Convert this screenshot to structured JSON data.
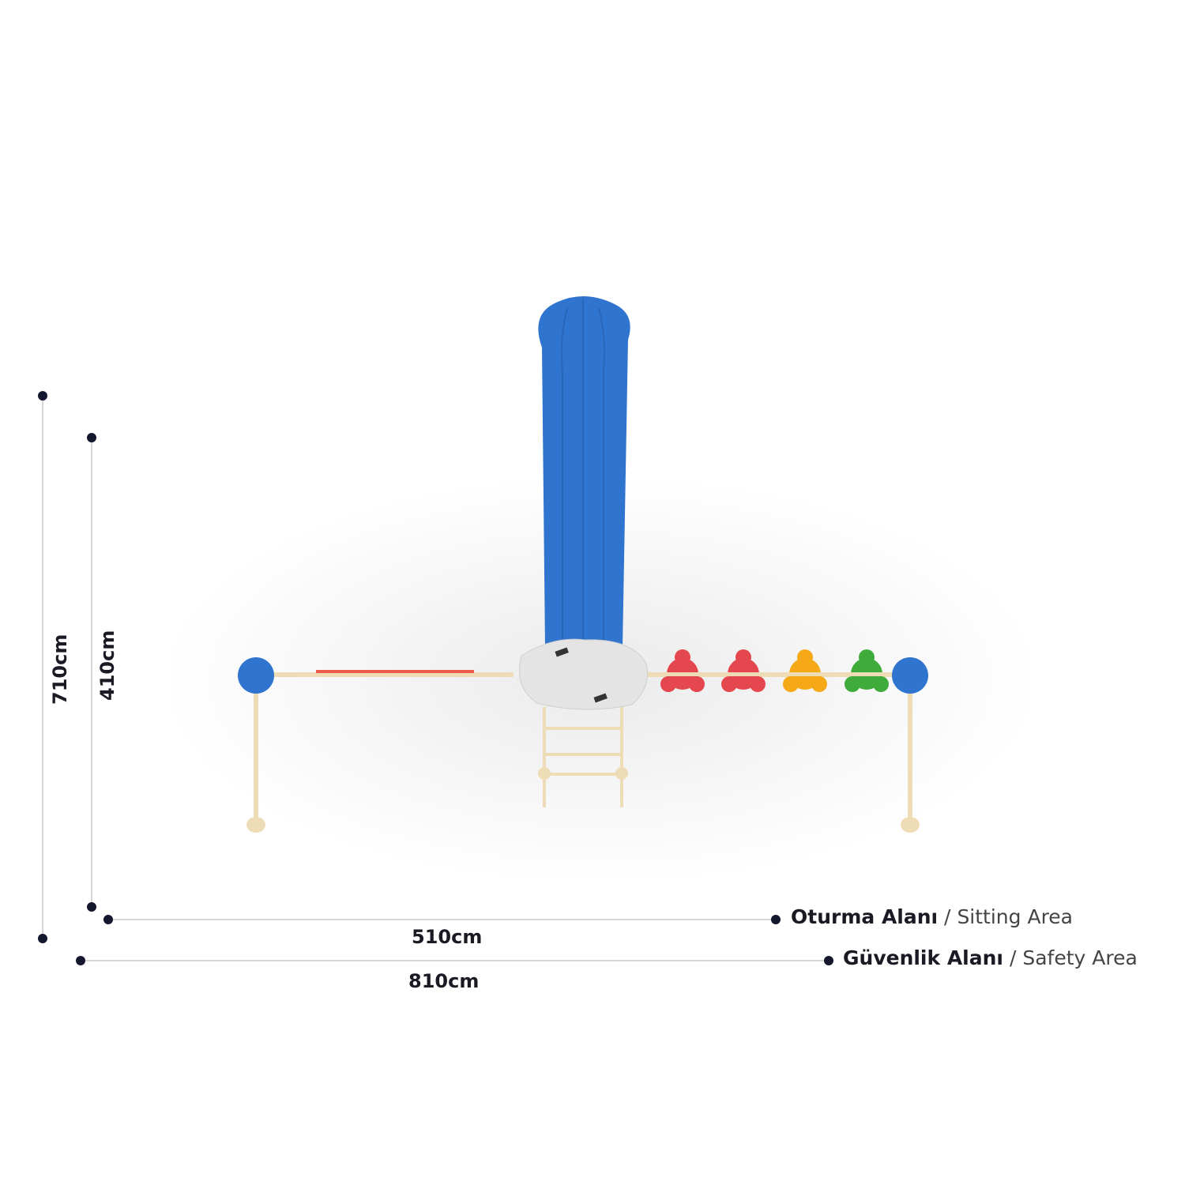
{
  "dimensions": {
    "height_outer": "710cm",
    "height_inner": "410cm",
    "width_inner": "510cm",
    "width_outer": "810cm"
  },
  "legend": [
    {
      "tr": "Oturma Alanı",
      "sep": " / ",
      "en": "Sitting Area"
    },
    {
      "tr": "Güvenlik Alanı",
      "sep": " / ",
      "en": "Safety Area"
    }
  ],
  "colors": {
    "slide": "#2f74cf",
    "post": "#eedcb6",
    "rock": "#e4e4e4",
    "seat_red": "#e5474e",
    "seat_orange": "#f6a917",
    "seat_green": "#3fab3a",
    "dot": "#14172e",
    "line": "#c8c8c8"
  }
}
